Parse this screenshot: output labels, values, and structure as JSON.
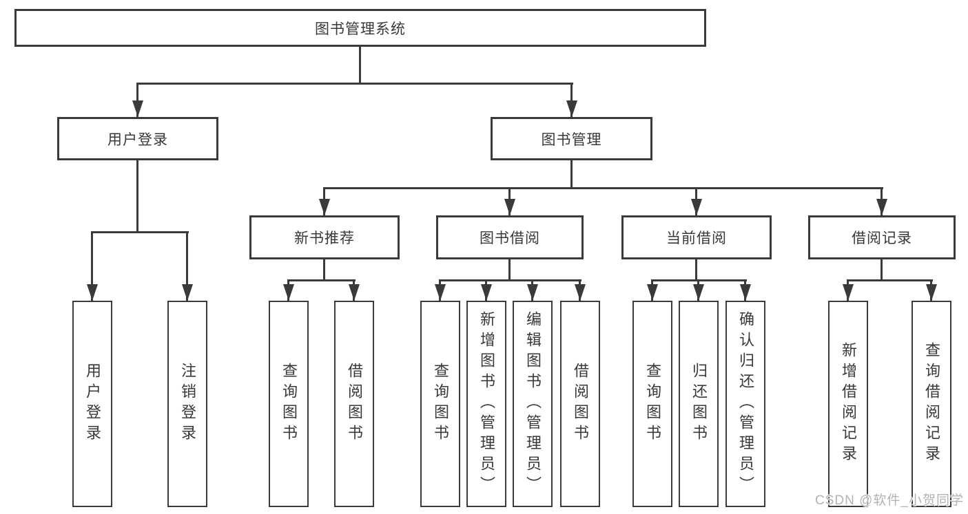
{
  "diagram": {
    "root": "图书管理系统",
    "level2": [
      "用户登录",
      "图书管理"
    ],
    "level3": [
      "新书推荐",
      "图书借阅",
      "当前借阅",
      "借阅记录"
    ],
    "leaves": {
      "user_login": [
        "用户登录",
        "注销登录"
      ],
      "new_books": [
        "查询图书",
        "借阅图书"
      ],
      "book_borrow": [
        "查询图书",
        "新增图书（管理员）",
        "编辑图书（管理员）",
        "借阅图书"
      ],
      "current_borrow": [
        "查询图书",
        "归还图书",
        "确认归还（管理员）"
      ],
      "borrow_records": [
        "新增借阅记录",
        "查询借阅记录"
      ]
    },
    "watermark": "CSDN @软件_小贺同学",
    "colors": {
      "line": "#3a3a3a",
      "text": "#383838",
      "background": "#ffffff",
      "watermark": "#b3b3b3"
    }
  }
}
